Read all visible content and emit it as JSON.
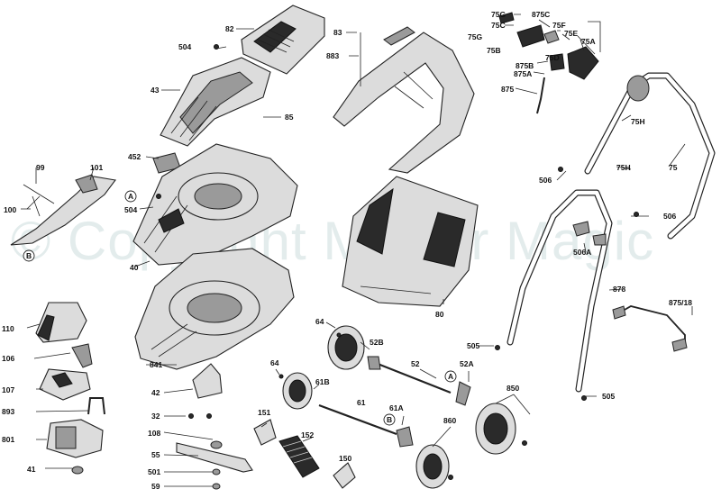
{
  "watermark": "© Copyright Mower Magic",
  "labels": {
    "l82": "82",
    "l504a": "504",
    "l43": "43",
    "l85": "85",
    "l83": "83",
    "l883": "883",
    "l452": "452",
    "l99": "99",
    "l101": "101",
    "lA1": "A",
    "l504b": "504",
    "l100": "100",
    "lB1": "B",
    "l40": "40",
    "l80": "80",
    "l75G": "75G",
    "l75C": "75C",
    "l875C": "875C",
    "l75F": "75F",
    "l75G2": "75G",
    "l75E": "75E",
    "l75A": "75A",
    "l75B": "75B",
    "l75D": "75D",
    "l875B": "875B",
    "l875A": "875A",
    "l875": "875",
    "l75H1": "75H",
    "l75H2": "75H",
    "l75": "75",
    "l506a": "506",
    "l506b": "506",
    "l506A": "506A",
    "l878": "878",
    "l875_18": "875/18",
    "l505a": "505",
    "l505b": "505",
    "l110": "110",
    "l106": "106",
    "l107": "107",
    "l893": "893",
    "l801": "801",
    "l41": "41",
    "l841": "841",
    "l42": "42",
    "l32": "32",
    "l108": "108",
    "l55": "55",
    "l501": "501",
    "l59": "59",
    "l64a": "64",
    "l64b": "64",
    "l61B": "61B",
    "l61": "61",
    "l52B": "52B",
    "l52": "52",
    "l52A": "52A",
    "lA2": "A",
    "lB2": "B",
    "l61A": "61A",
    "l151": "151",
    "l152": "152",
    "l150": "150",
    "l850": "850",
    "l860": "860"
  }
}
